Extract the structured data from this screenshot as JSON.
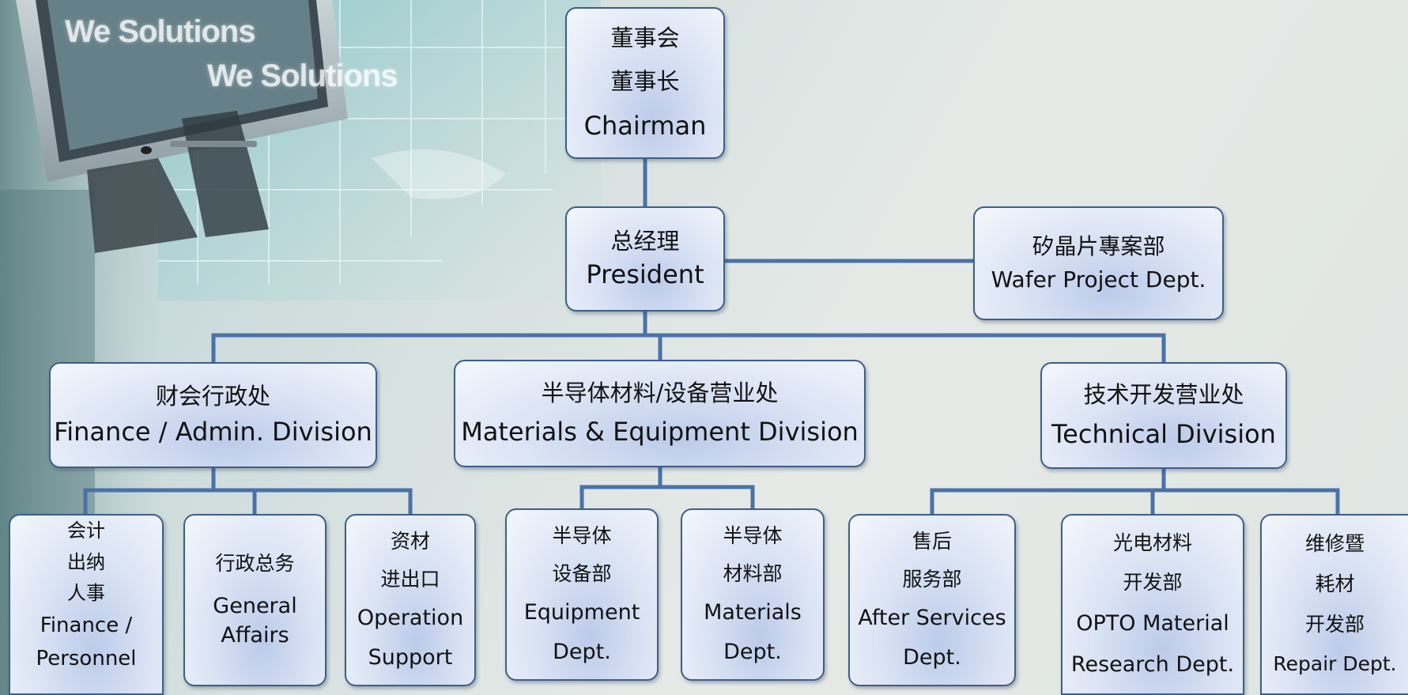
{
  "watermarks": [
    "We Solutions",
    "We Solutions"
  ],
  "colors": {
    "connector": "#4a72a8",
    "node_border": "#3d5f8c"
  },
  "nodes": {
    "board": {
      "zh1": "董事会",
      "zh2": "董事长",
      "en": "Chairman"
    },
    "president": {
      "zh": "总经理",
      "en": "President"
    },
    "wafer": {
      "zh": "矽晶片專案部",
      "en": "Wafer Project Dept."
    },
    "finance_div": {
      "zh": "财会行政处",
      "en": "Finance / Admin. Division"
    },
    "materials_div": {
      "zh": "半导体材料/设备营业处",
      "en": "Materials & Equipment Division"
    },
    "tech_div": {
      "zh": "技术开发营业处",
      "en": "Technical Division"
    },
    "accounting": {
      "zh1": "会计",
      "zh2": "出纳",
      "zh3": "人事",
      "en1": "Finance /",
      "en2": "Personnel"
    },
    "general_affairs": {
      "zh": "行政总务",
      "en1": "General",
      "en2": "Affairs"
    },
    "operation_support": {
      "zh1": "资材",
      "zh2": "进出口",
      "en1": "Operation",
      "en2": "Support"
    },
    "equipment_dept": {
      "zh1": "半导体",
      "zh2": "设备部",
      "en1": "Equipment",
      "en2": "Dept."
    },
    "materials_dept": {
      "zh1": "半导体",
      "zh2": "材料部",
      "en1": "Materials",
      "en2": "Dept."
    },
    "after_services": {
      "zh1": "售后",
      "zh2": "服务部",
      "en1": "After Services",
      "en2": "Dept."
    },
    "opto_material": {
      "zh1": "光电材料",
      "zh2": "开发部",
      "en1": "OPTO Material",
      "en2": "Research Dept."
    },
    "repair_dept": {
      "zh1": "维修暨",
      "zh2": "耗材",
      "zh3": "开发部",
      "en": "Repair Dept."
    }
  }
}
